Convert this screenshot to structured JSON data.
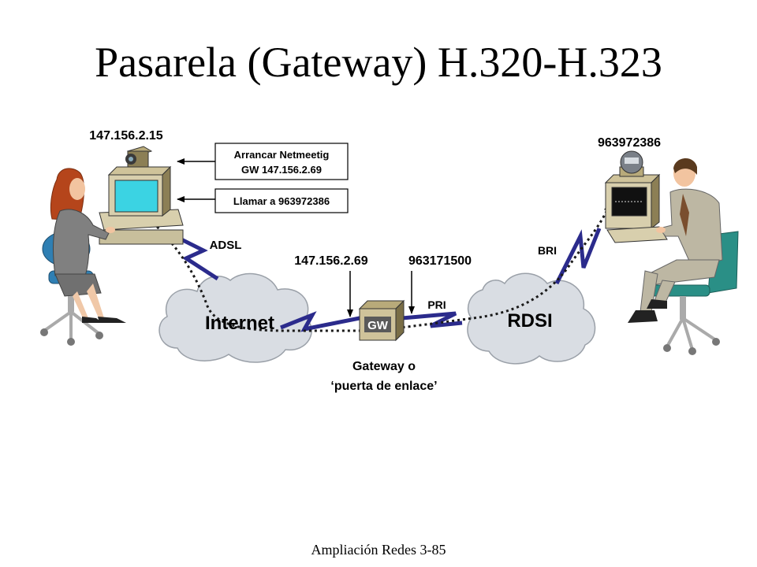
{
  "slide": {
    "title": "Pasarela (Gateway) H.320-H.323",
    "footer": "Ampliación Redes 3-85"
  },
  "diagram": {
    "left_pc_ip": "147.156.2.15",
    "callout_1_line1": "Arrancar Netmeetig",
    "callout_1_line2": "GW 147.156.2.69",
    "callout_2": "Llamar a 963972386",
    "link_adsl": "ADSL",
    "cloud_internet": "Internet",
    "gateway_ip": "147.156.2.69",
    "gateway_number": "963171500",
    "link_pri": "PRI",
    "gateway_box_label": "GW",
    "gateway_caption_line1": "Gateway o",
    "gateway_caption_line2": "‘puerta de enlace’",
    "cloud_rdsi": "RDSI",
    "link_bri": "BRI",
    "right_terminal_number": "963972386"
  },
  "colors": {
    "link_blue": "#2b2b8c",
    "cloud_fill": "#d9dde3",
    "woman_hair": "#b5451b",
    "man_suit": "#bdb7a3",
    "chair_teal": "#2a8f86"
  }
}
